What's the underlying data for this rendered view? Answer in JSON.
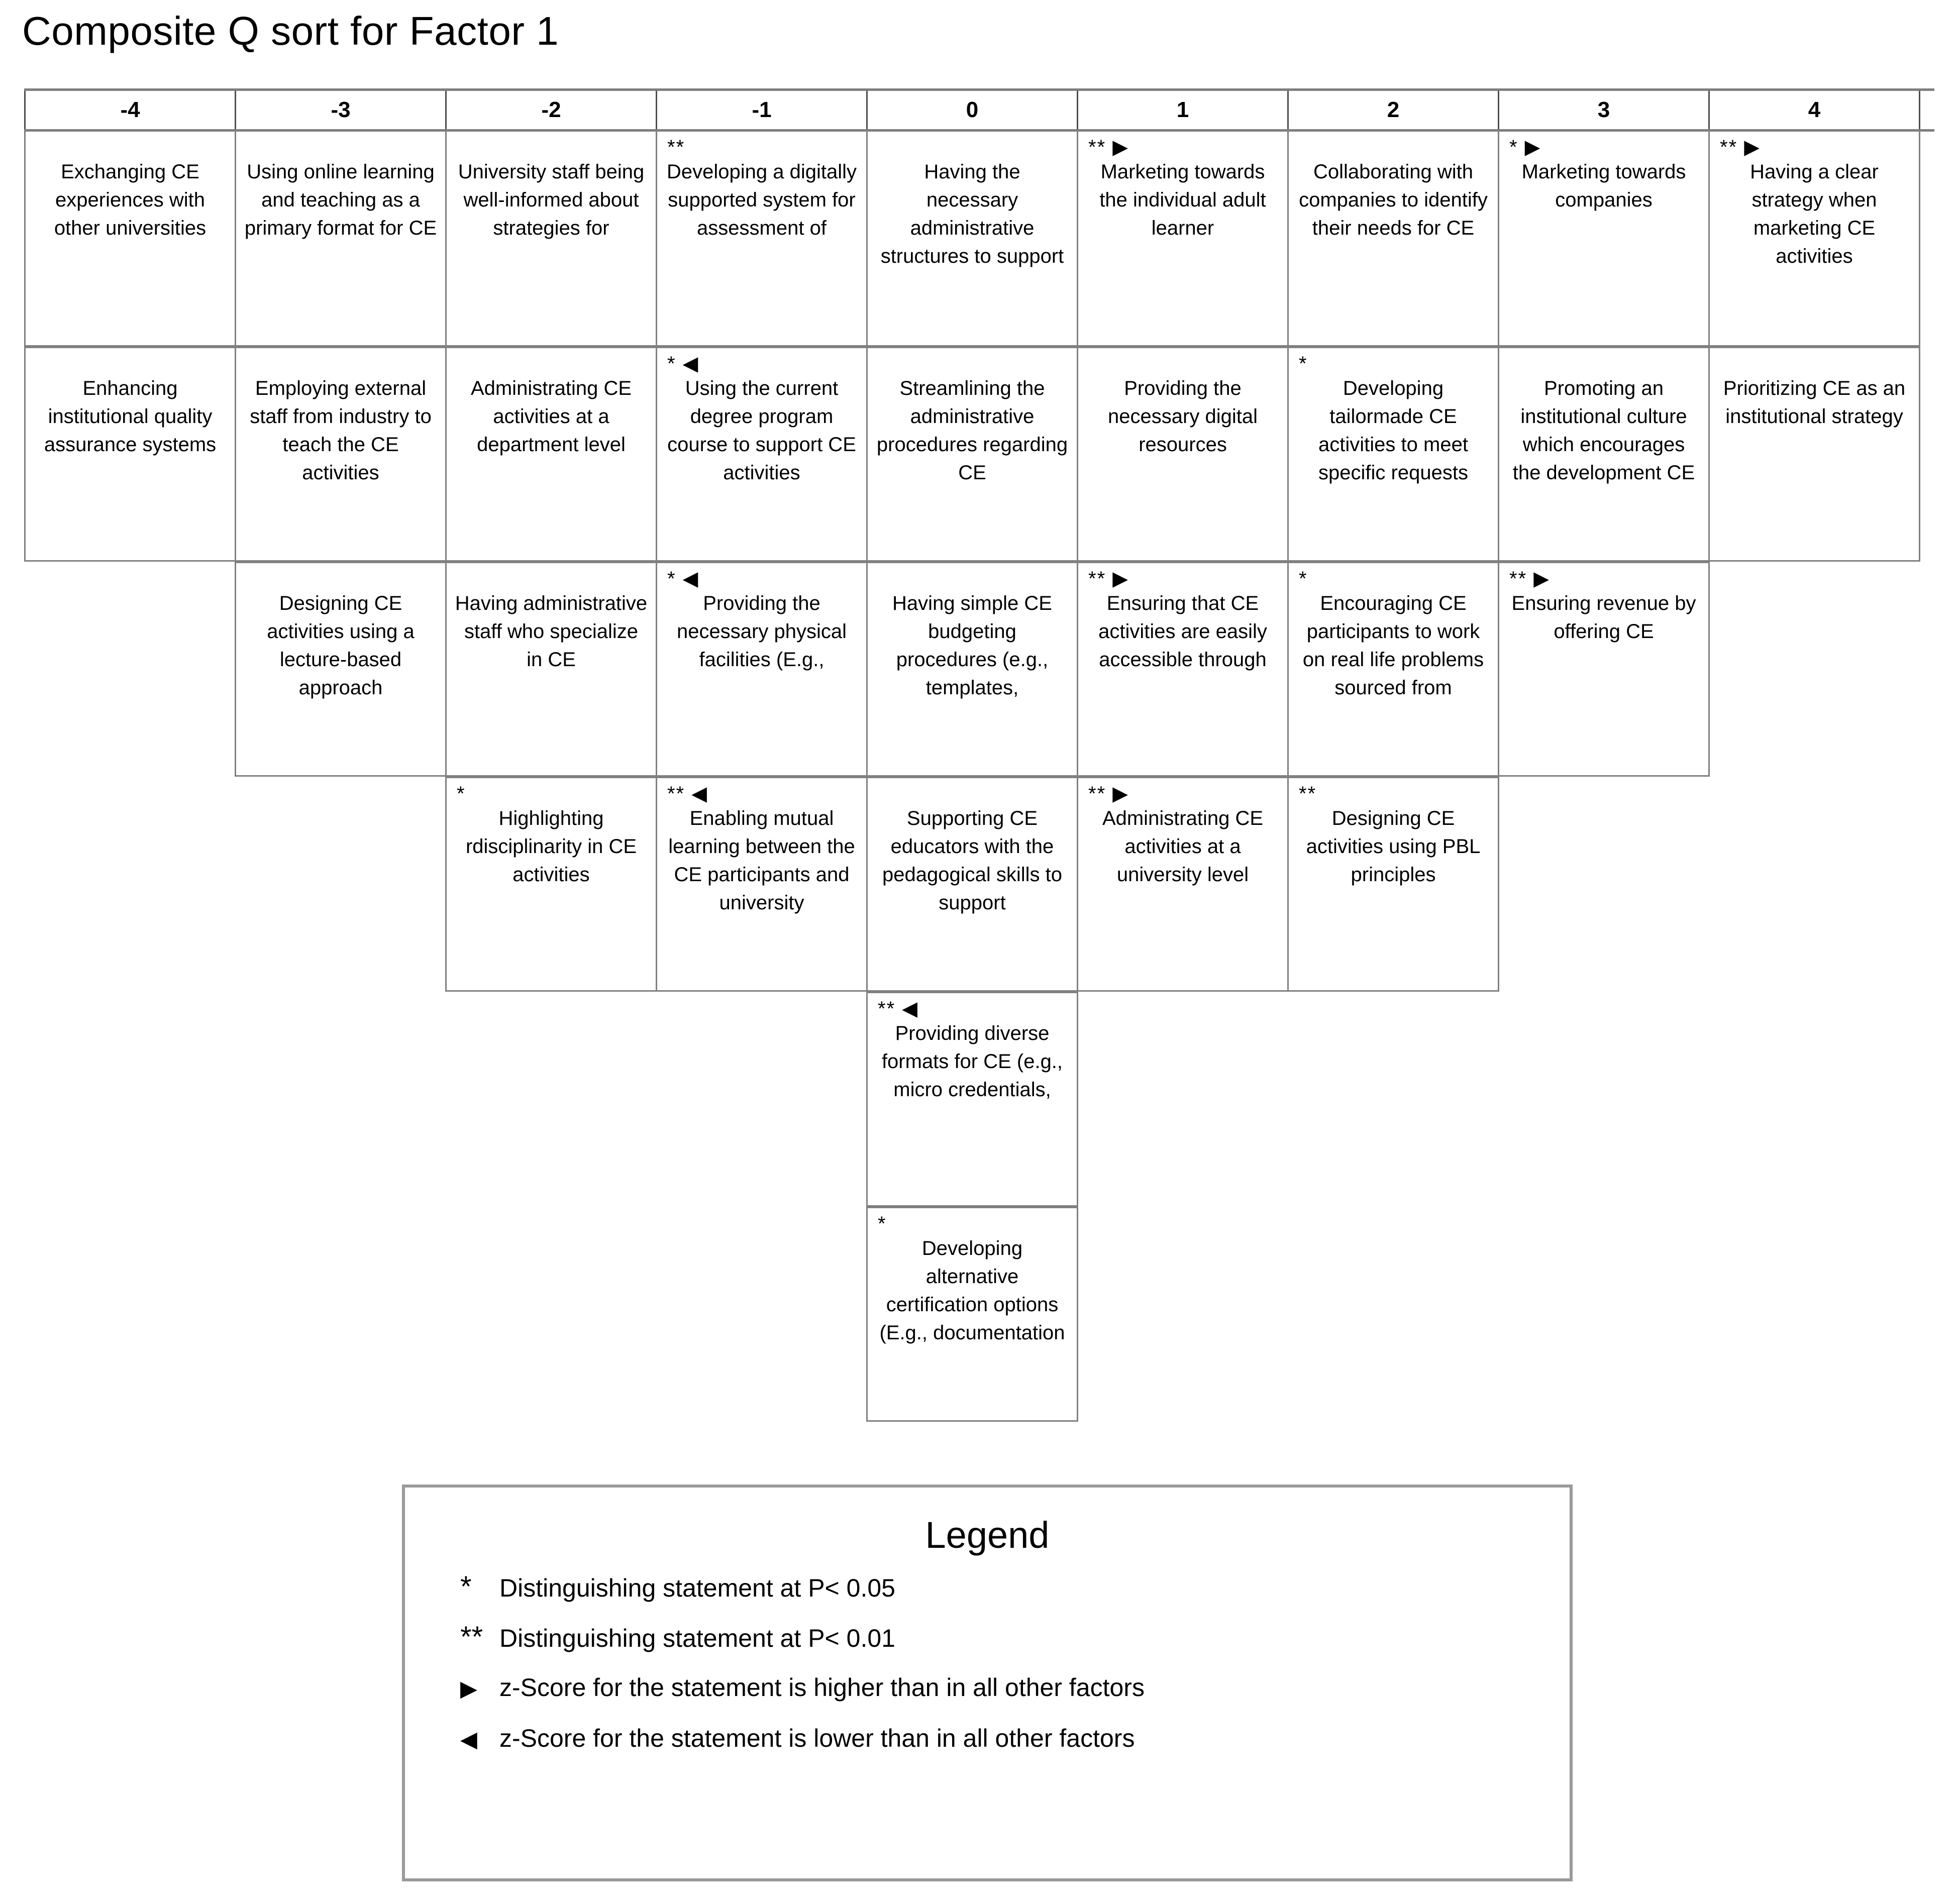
{
  "title": "Composite Q sort for Factor 1",
  "grid": {
    "headers": [
      "-4",
      "-3",
      "-2",
      "-1",
      "0",
      "1",
      "2",
      "3",
      "4"
    ],
    "columns": [
      {
        "score": "-4",
        "cards": [
          {
            "marks": "",
            "text": "Exchanging CE experiences with other universities"
          },
          {
            "marks": "",
            "text": "Enhancing institutional quality assurance systems"
          }
        ]
      },
      {
        "score": "-3",
        "cards": [
          {
            "marks": "",
            "text": "Using online learning and teaching as a primary format for CE"
          },
          {
            "marks": "",
            "text": "Employing external staff from industry to teach the CE activities"
          },
          {
            "marks": "",
            "text": "Designing CE activities using a lecture-based approach"
          }
        ]
      },
      {
        "score": "-2",
        "cards": [
          {
            "marks": "",
            "text": "University staff being well-informed about strategies for"
          },
          {
            "marks": "",
            "text": "Administrating CE activities at a department level"
          },
          {
            "marks": "",
            "text": "Having administrative staff who specialize in CE"
          },
          {
            "marks": "*",
            "text": "Highlighting rdisciplinarity in CE activities"
          }
        ]
      },
      {
        "score": "-1",
        "cards": [
          {
            "marks": "**",
            "text": "Developing a digitally supported system for assessment of"
          },
          {
            "marks": "* ◀",
            "text": "Using the current degree program course to support CE activities"
          },
          {
            "marks": "* ◀",
            "text": "Providing the necessary physical facilities (E.g.,"
          },
          {
            "marks": "** ◀",
            "text": "Enabling mutual learning between the CE participants and university"
          }
        ]
      },
      {
        "score": "0",
        "cards": [
          {
            "marks": "",
            "text": "Having the necessary administrative structures to support"
          },
          {
            "marks": "",
            "text": "Streamlining the administrative procedures regarding CE"
          },
          {
            "marks": "",
            "text": "Having simple CE budgeting procedures (e.g., templates,"
          },
          {
            "marks": "",
            "text": "Supporting CE educators with the pedagogical skills to support"
          },
          {
            "marks": "** ◀",
            "text": "Providing diverse formats for CE (e.g., micro credentials,"
          },
          {
            "marks": "*",
            "text": "Developing alternative certification options (E.g., documentation"
          }
        ]
      },
      {
        "score": "1",
        "cards": [
          {
            "marks": "** ▶",
            "text": "Marketing towards the individual adult learner"
          },
          {
            "marks": "",
            "text": "Providing the necessary digital resources"
          },
          {
            "marks": "** ▶",
            "text": "Ensuring that CE activities are easily accessible through"
          },
          {
            "marks": "** ▶",
            "text": "Administrating CE activities at a university level"
          }
        ]
      },
      {
        "score": "2",
        "cards": [
          {
            "marks": "",
            "text": "Collaborating with companies to identify their needs for CE"
          },
          {
            "marks": "*",
            "text": "Developing tailormade CE activities to meet specific requests"
          },
          {
            "marks": "*",
            "text": "Encouraging CE participants to work on real life problems sourced from"
          },
          {
            "marks": "**",
            "text": "Designing CE activities using PBL principles"
          }
        ]
      },
      {
        "score": "3",
        "cards": [
          {
            "marks": "* ▶",
            "text": "Marketing towards companies"
          },
          {
            "marks": "",
            "text": "Promoting an institutional culture which encourages the development CE"
          },
          {
            "marks": "** ▶",
            "text": "Ensuring revenue by offering CE"
          }
        ]
      },
      {
        "score": "4",
        "cards": [
          {
            "marks": "** ▶",
            "text": "Having a clear strategy when marketing CE activities"
          },
          {
            "marks": "",
            "text": "Prioritizing CE as an institutional strategy"
          }
        ]
      }
    ]
  },
  "legend": {
    "title": "Legend",
    "items": [
      {
        "symbol": "*",
        "text": "Distinguishing statement at P< 0.05"
      },
      {
        "symbol": "**",
        "text": "Distinguishing statement at P< 0.01"
      },
      {
        "symbol": "▶",
        "text": "z-Score for the statement is higher than in all other factors"
      },
      {
        "symbol": "◀",
        "text": "z-Score for the statement is lower than in all other factors"
      }
    ]
  }
}
